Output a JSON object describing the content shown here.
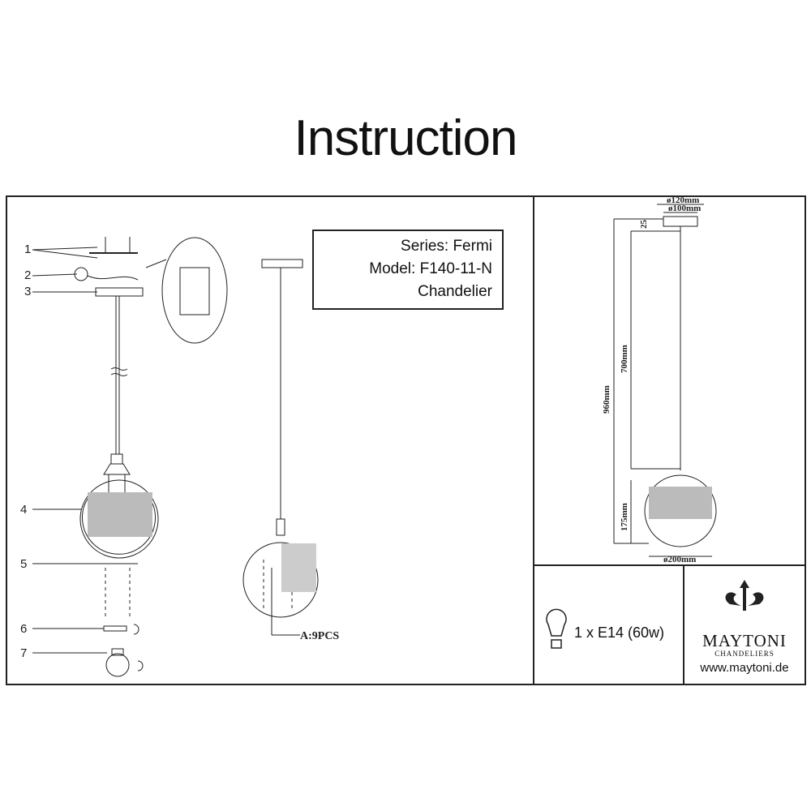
{
  "title": "Instruction",
  "info": {
    "series": "Series: Fermi",
    "model": "Model: F140-11-N",
    "type": "Chandelier"
  },
  "parts": [
    "1",
    "2",
    "3",
    "4",
    "5",
    "6",
    "7"
  ],
  "crystals_label": "A:9PCS",
  "dimensions": {
    "canopy_outer": "ø120mm",
    "canopy_inner": "ø100mm",
    "canopy_height": "25",
    "total_height": "960mm",
    "cord_length": "700mm",
    "shade_height": "175mm",
    "shade_diameter": "ø200mm"
  },
  "bulb": "1 x E14 (60w)",
  "brand": {
    "name": "MAYTONI",
    "sub": "CHANDELIERS",
    "url": "www.maytoni.de"
  }
}
